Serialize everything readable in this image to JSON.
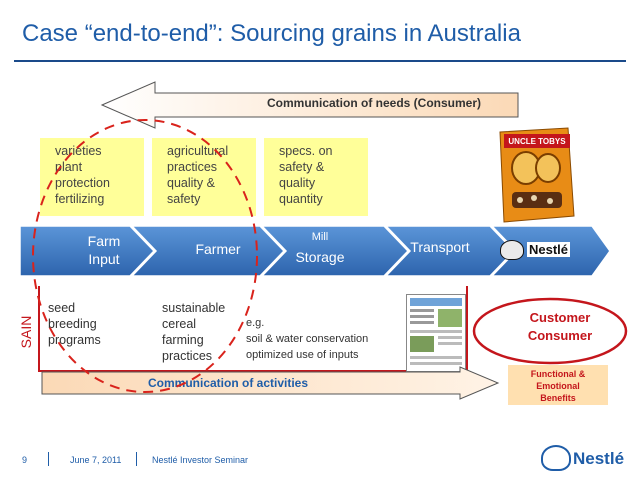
{
  "slide": {
    "title": "Case “end-to-end”: Sourcing grains in Australia",
    "top_arrow_label": "Communication of needs  (Consumer)",
    "bottom_arrow_label": "Communication of activities",
    "sain_label": "SAIN"
  },
  "yellow_boxes": [
    {
      "text": "varieties\nplant\nprotection\nfertilizing"
    },
    {
      "text": "agricultural\npractices\nquality &\nsafety"
    },
    {
      "text": "specs. on\nsafety &\nquality\nquantity"
    }
  ],
  "chain": [
    {
      "label": "Farm\nInput"
    },
    {
      "label": "Farmer"
    },
    {
      "label": "Mill"
    },
    {
      "label": "Storage"
    },
    {
      "label": "Transport"
    }
  ],
  "brand": {
    "logo_text": "Nestlé",
    "product_brand": "UNCLE TOBYS"
  },
  "activities": {
    "col1": "seed\nbreeding\nprograms",
    "col2": "sustainable\ncereal\nfarming\npractices",
    "col3_head": "e.g.",
    "col3_body": "soil & water conservation\noptimized use of inputs"
  },
  "customer": {
    "line1": "Customer",
    "line2": "Consumer"
  },
  "benefits": "Functional &\nEmotional\nBenefits",
  "footer": {
    "page": "9",
    "date": "June 7, 2011",
    "event": "Nestlé Investor Seminar",
    "logo_text": "Nestlé"
  },
  "colors": {
    "title_blue": "#1f5da8",
    "chain_blue": "#3a78c4",
    "arrow_peach": "#fbe2c8",
    "sticky_yellow": "#ffff99",
    "accent_red": "#c4161c"
  }
}
